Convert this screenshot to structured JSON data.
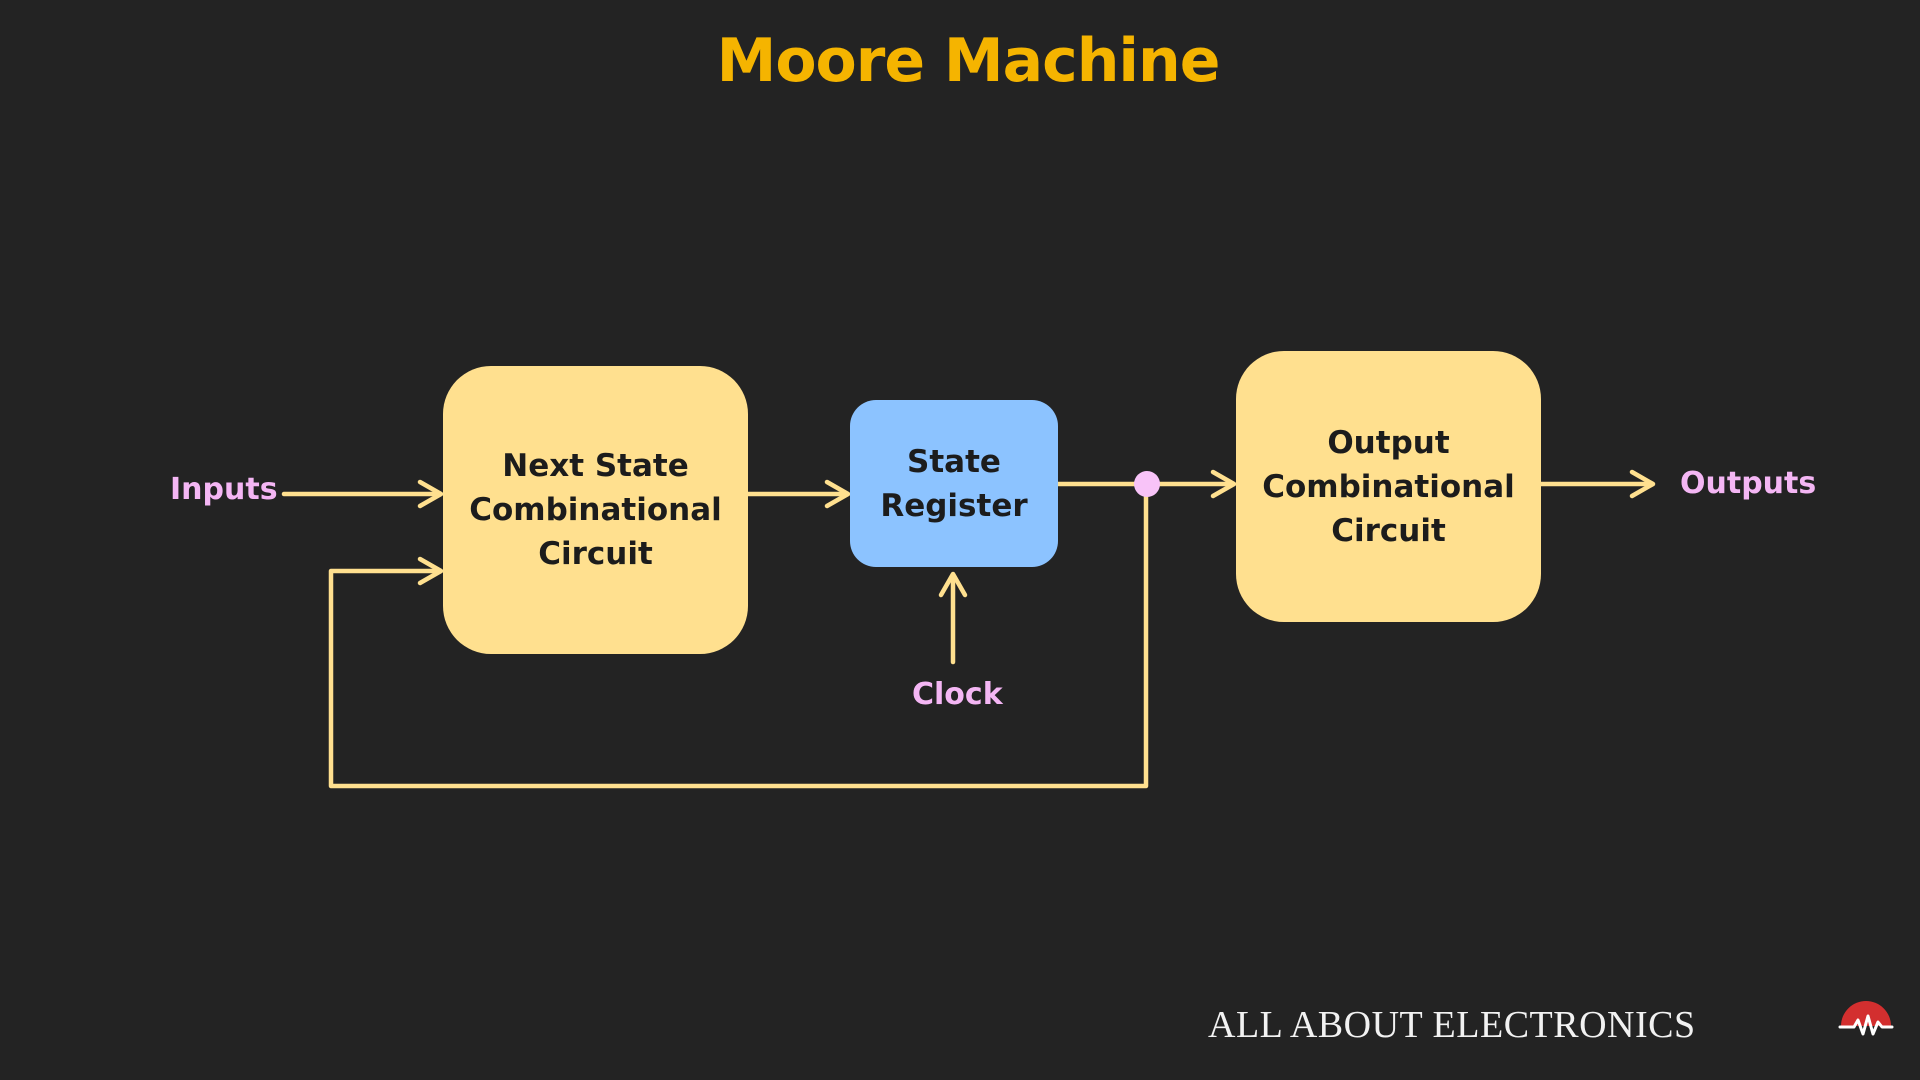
{
  "title": "Moore Machine",
  "blocks": {
    "next_state": [
      "Next State",
      "Combinational",
      "Circuit"
    ],
    "state_register": [
      "State",
      "Register"
    ],
    "output": [
      "Output",
      "Combinational",
      "Circuit"
    ]
  },
  "signals": {
    "inputs": "Inputs",
    "outputs": "Outputs",
    "clock": "Clock"
  },
  "brand": "ALL ABOUT ELECTRONICS",
  "colors": {
    "background": "#232323",
    "title": "#f5b400",
    "combinational_block": "#ffe08f",
    "register_block": "#8cc3ff",
    "wires": "#ffe08f",
    "signal_labels": "#f4b6f4",
    "junction_dot": "#f8c3f8",
    "logo": "#d32f2f"
  },
  "icons": {
    "logo": "waveform-logo-icon"
  }
}
